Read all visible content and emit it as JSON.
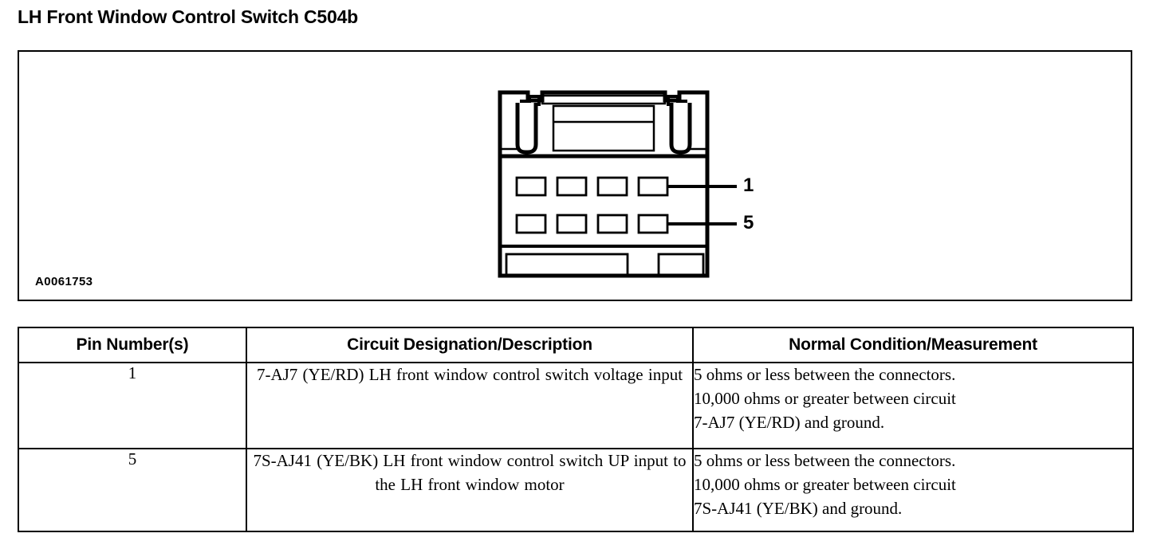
{
  "page": {
    "title": "LH Front Window Control Switch C504b"
  },
  "figure": {
    "caption": "A0061753",
    "connector": {
      "name": "C504b",
      "cavity_rows": 2,
      "cavities_per_row": 4,
      "callouts": [
        {
          "label": "1",
          "row": "top",
          "points_to": "rightmost-cavity-top-row"
        },
        {
          "label": "5",
          "row": "bottom",
          "points_to": "rightmost-cavity-bottom-row"
        }
      ]
    }
  },
  "table": {
    "headers": [
      "Pin Number(s)",
      "Circuit Designation/Description",
      "Normal Condition/Measurement"
    ],
    "rows": [
      {
        "pin": "1",
        "description": "7-AJ7 (YE/RD) LH front window control switch voltage input",
        "measurement_lines": [
          "5 ohms or less between the connectors.",
          "10,000 ohms or greater between circuit",
          "7-AJ7 (YE/RD) and ground."
        ]
      },
      {
        "pin": "5",
        "description": "7S-AJ41 (YE/BK) LH front window control switch UP input to the LH front window motor",
        "measurement_lines": [
          "5 ohms or less between the connectors.",
          "10,000 ohms or greater between circuit",
          "7S-AJ41 (YE/BK) and ground."
        ]
      }
    ]
  },
  "colors": {
    "ink": "#000000",
    "paper": "#ffffff"
  }
}
